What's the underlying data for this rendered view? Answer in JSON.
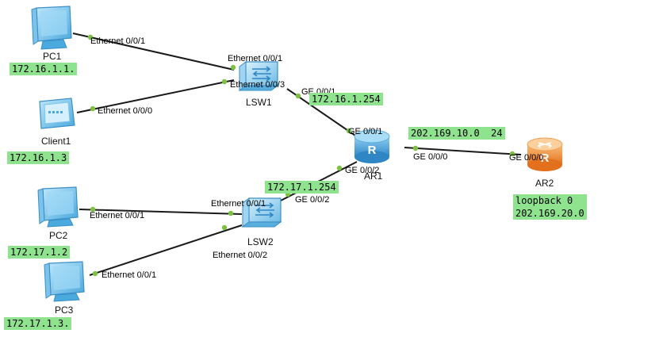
{
  "devices": {
    "pc1": "PC1",
    "client1": "Client1",
    "lsw1": "LSW1",
    "ar1": "AR1",
    "ar2": "AR2",
    "lsw2": "LSW2",
    "pc2": "PC2",
    "pc3": "PC3"
  },
  "ports": {
    "pc1_eth": "Ethernet 0/0/1",
    "lsw1_eth1": "Ethernet 0/0/1",
    "lsw1_eth3": "Ethernet 0/0/3",
    "client1_eth": "Ethernet 0/0/0",
    "lsw1_ge": "GE 0/0/1",
    "ar1_ge1": "GE 0/0/1",
    "ar1_ge0": "GE 0/0/0",
    "ar2_ge0": "GE 0/0/0",
    "ar1_ge2": "GE 0/0/2",
    "lsw2_ge2": "GE 0/0/2",
    "lsw2_eth1": "Ethernet 0/0/1",
    "pc2_eth": "Ethernet 0/0/1",
    "lsw2_eth2": "Ethernet 0/0/2",
    "pc3_eth": "Ethernet 0/0/1"
  },
  "notes": {
    "pc1_ip": "172.16.1.1.",
    "client1_ip": "172.16.1.3",
    "gw1": "172.16.1.254",
    "wan_net": "202.169.10.0  24",
    "gw2": "172.17.1.254",
    "loopback": "loopback 0\n202.169.20.0",
    "pc2_ip": "172.17.1.2",
    "pc3_ip": "172.17.1.3."
  },
  "colors": {
    "link": "#1a1a1a",
    "port_dot": "#7dc142",
    "note_bg": "#8fe38f",
    "pc_blue": "#5cb8e8",
    "router_blue": "#3d9bd6",
    "router_orange": "#f08a2c"
  }
}
